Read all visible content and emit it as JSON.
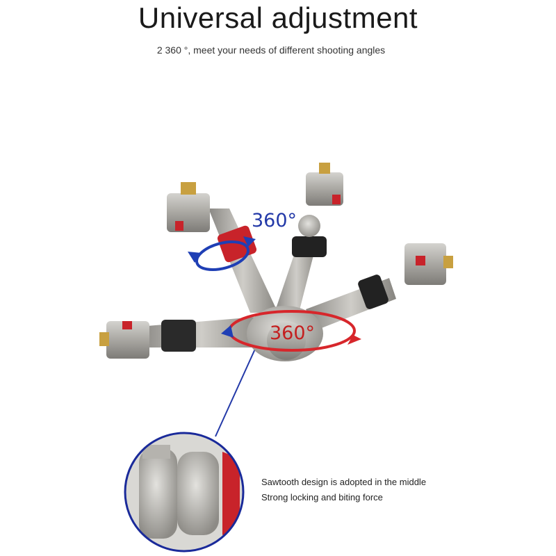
{
  "header": {
    "title": "Universal adjustment",
    "subtitle": "2 360 °, meet your needs of different shooting angles"
  },
  "rotation_labels": {
    "top": "360°",
    "middle": "360°"
  },
  "captions": {
    "line1": "Sawtooth design is adopted in the middle",
    "line2": "Strong locking and biting force"
  },
  "colors": {
    "metal": "#a9a7a2",
    "accent_red": "#c8232a",
    "arrow_blue": "#1f3fb5",
    "arrow_red": "#d7262b",
    "lens_border": "#1a2a9a"
  }
}
